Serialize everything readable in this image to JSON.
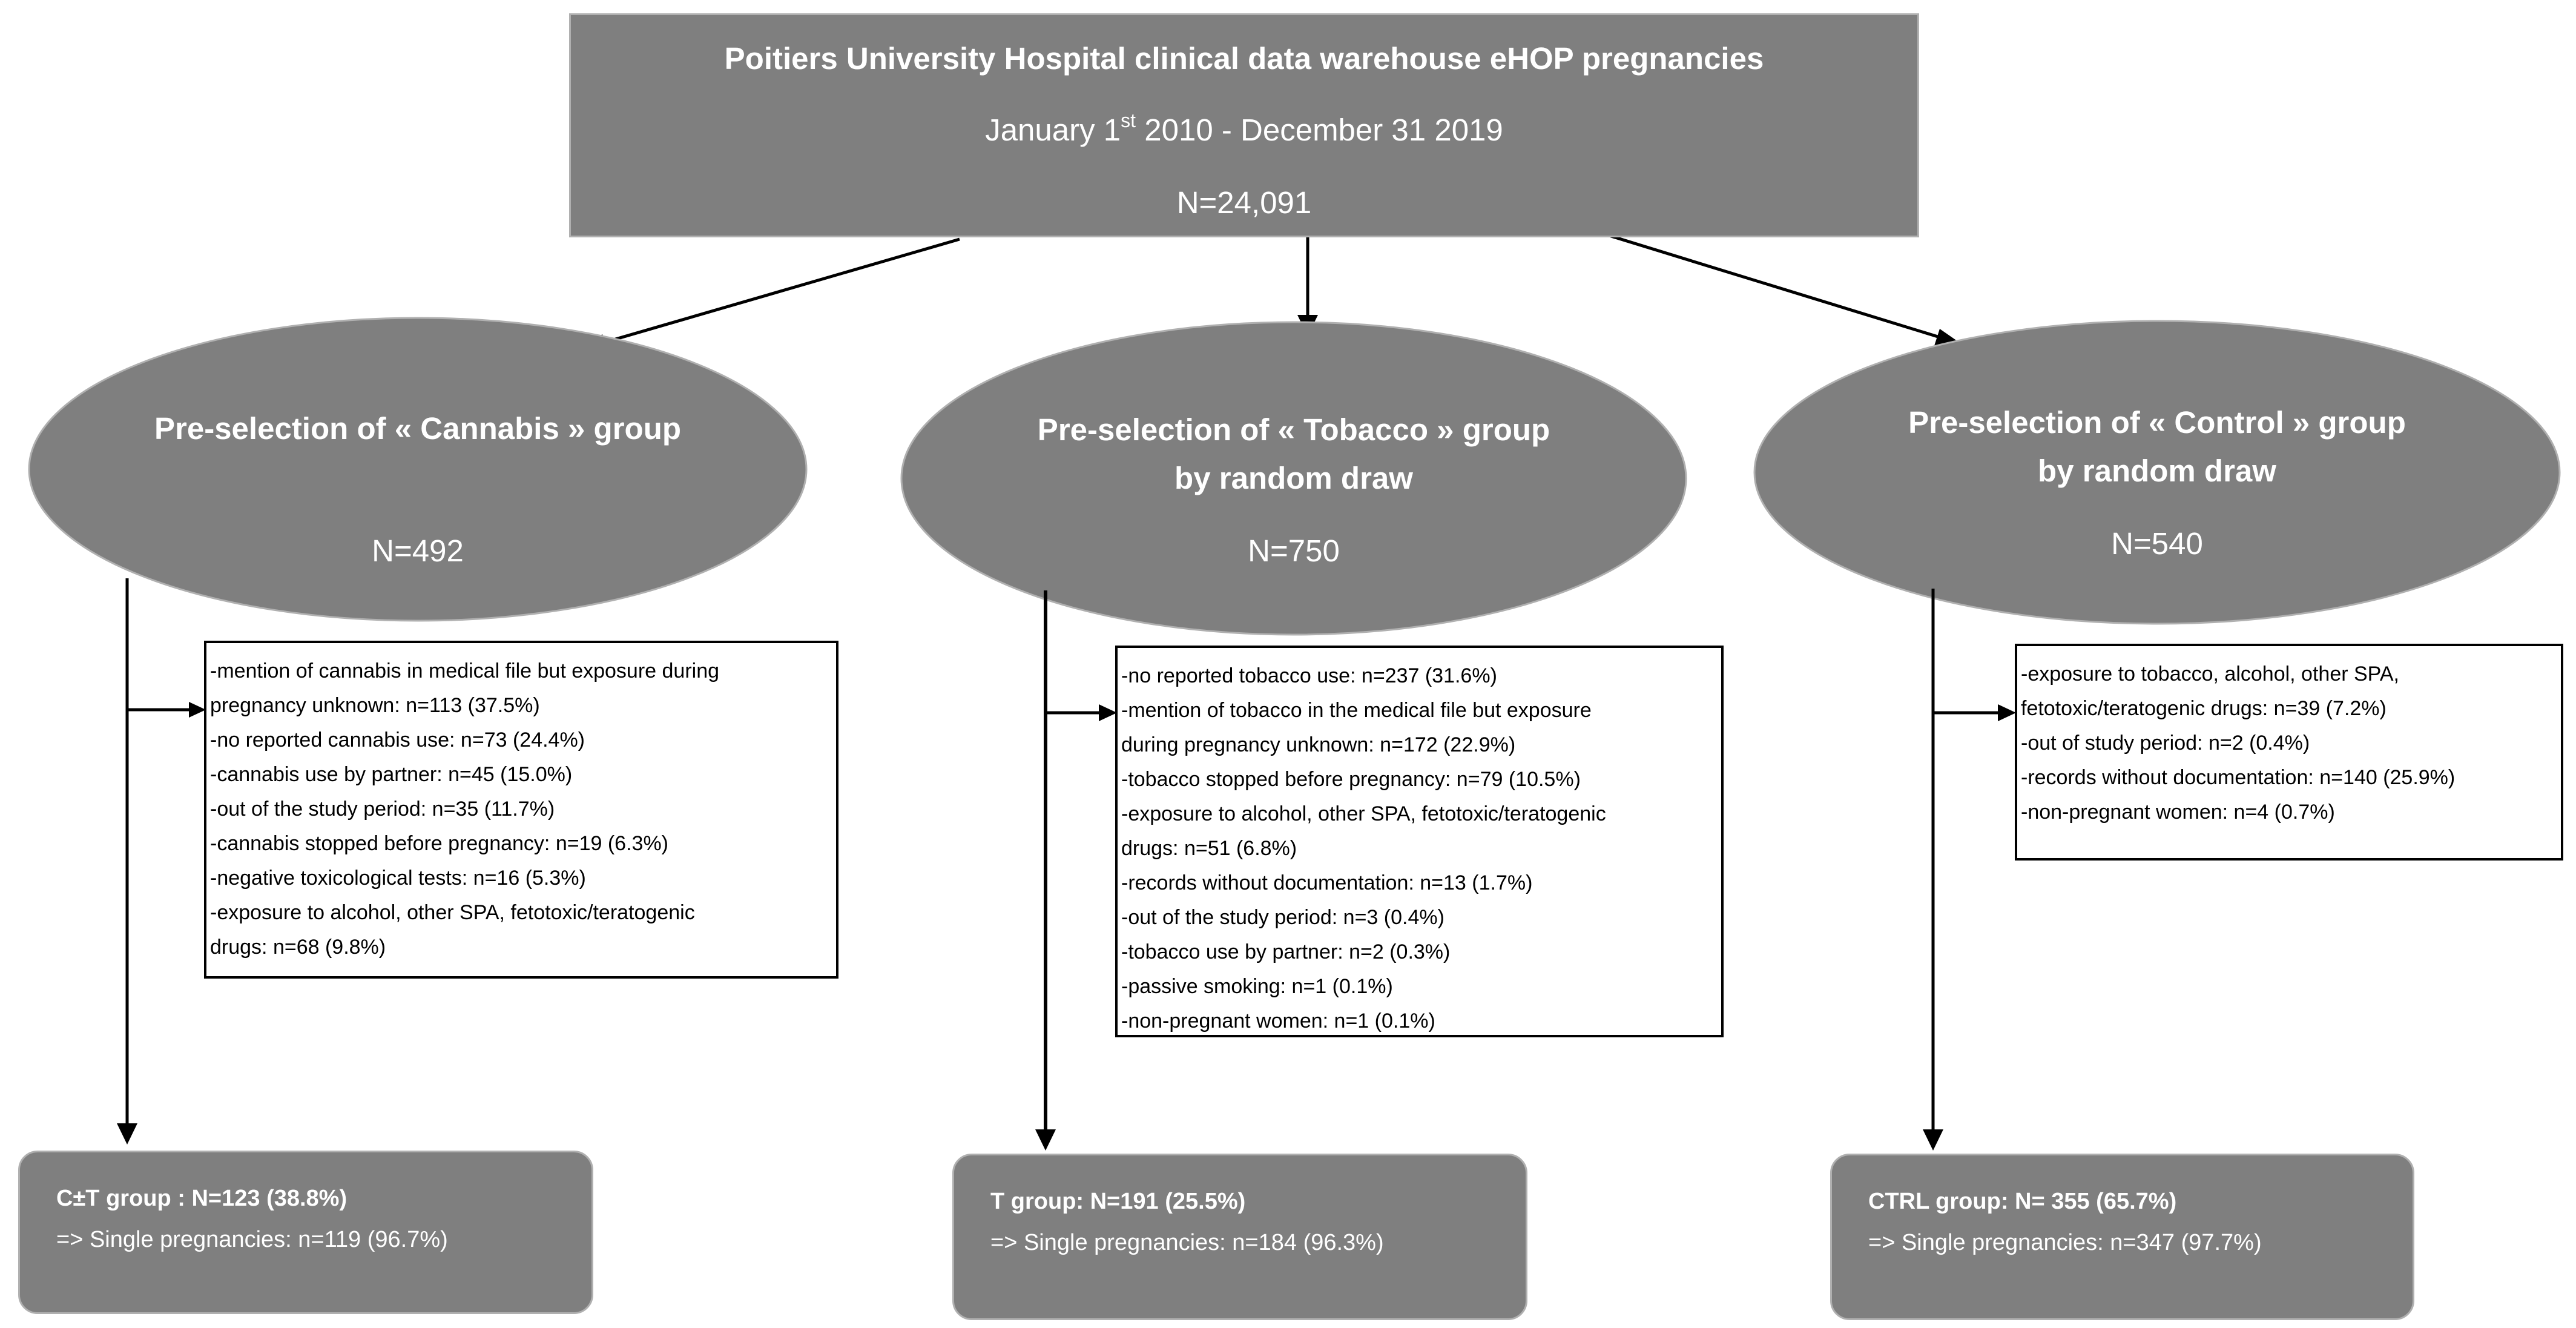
{
  "source": {
    "title": "Poitiers University Hospital clinical data warehouse eHOP pregnancies",
    "date_prefix": "January 1",
    "date_sup": "st",
    "date_suffix": " 2010 - December 31 2019",
    "n": "N=24,091"
  },
  "groups": [
    {
      "title_lines": [
        "Pre-selection of « Cannabis » group"
      ],
      "n": "N=492",
      "exclusions": [
        "-mention of cannabis in medical file but exposure during",
        "pregnancy unknown: n=113 (37.5%)",
        "-no reported cannabis use: n=73 (24.4%)",
        "-cannabis use by partner: n=45 (15.0%)",
        "-out of the study period: n=35 (11.7%)",
        "-cannabis stopped before pregnancy: n=19 (6.3%)",
        "-negative toxicological tests: n=16 (5.3%)",
        "-exposure to alcohol, other SPA, fetotoxic/teratogenic",
        "drugs: n=68 (9.8%)"
      ],
      "result_line1": "C±T group : N=123 (38.8%)",
      "result_line2": "=> Single pregnancies: n=119 (96.7%)"
    },
    {
      "title_lines": [
        "Pre-selection of « Tobacco » group",
        "by random draw"
      ],
      "n": "N=750",
      "exclusions": [
        "-no reported tobacco use: n=237 (31.6%)",
        "-mention of tobacco in the medical file but exposure",
        "during pregnancy unknown: n=172 (22.9%)",
        "-tobacco stopped before pregnancy: n=79 (10.5%)",
        "-exposure to alcohol, other SPA, fetotoxic/teratogenic",
        "drugs: n=51 (6.8%)",
        "-records without documentation: n=13 (1.7%)",
        "-out of the study period: n=3 (0.4%)",
        "-tobacco use by partner: n=2 (0.3%)",
        "-passive smoking: n=1 (0.1%)",
        "-non-pregnant women: n=1 (0.1%)"
      ],
      "result_line1": "T group: N=191 (25.5%)",
      "result_line2": "=> Single pregnancies: n=184 (96.3%)"
    },
    {
      "title_lines": [
        "Pre-selection of « Control » group",
        "by random draw"
      ],
      "n": "N=540",
      "exclusions": [
        "-exposure to tobacco, alcohol, other SPA,",
        "fetotoxic/teratogenic drugs: n=39 (7.2%)",
        "-out of study period: n=2 (0.4%)",
        "-records without documentation: n=140 (25.9%)",
        "-non-pregnant women: n=4 (0.7%)"
      ],
      "result_line1": "CTRL group: N= 355 (65.7%)",
      "result_line2": "=> Single pregnancies: n=347 (97.7%)"
    }
  ],
  "colors": {
    "box_fill": "#7f7f7f",
    "box_border": "#b0b0b0",
    "text_on_fill": "#ffffff",
    "line": "#000000"
  }
}
